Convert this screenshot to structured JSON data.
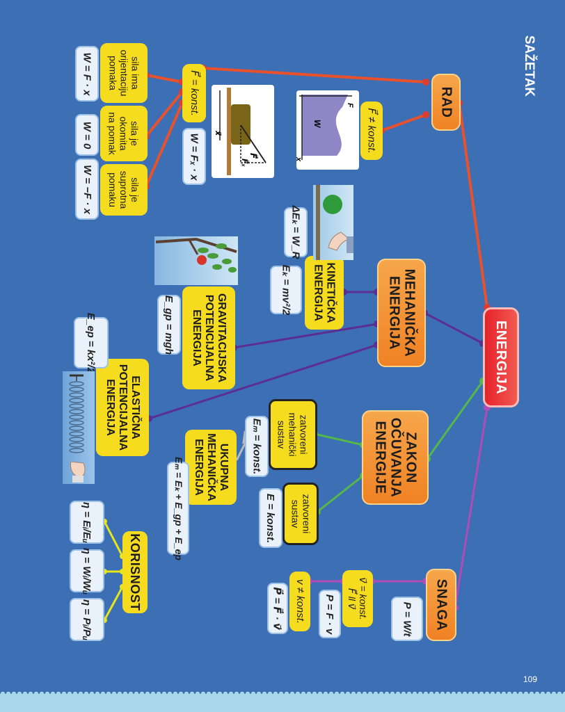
{
  "page": {
    "title": "SAŽETAK",
    "page_number": "109"
  },
  "nodes": {
    "rad": "RAD",
    "energija": "ENERGIJA",
    "snaga": "SNAGA",
    "mehanicka": [
      "MEHANIČKA",
      "ENERGIJA"
    ],
    "zakon": [
      "ZAKON",
      "OČUVANJA",
      "ENERGIJE"
    ],
    "kineticka": [
      "KINETIČKA",
      "ENERGIJA"
    ],
    "gravitacijska": [
      "GRAVITACIJSKA",
      "POTENCIJALNA",
      "ENERGIJA"
    ],
    "elasticna": [
      "ELASTIČNA",
      "POTENCIJALNA",
      "ENERGIJA"
    ],
    "ukupna": [
      "UKUPNA",
      "MEHANIČKA",
      "ENERGIJA"
    ],
    "korisnost": "KORISNOST",
    "f_konst": "F⃗ = konst.",
    "f_nekonst": "F⃗ ≠ konst.",
    "sila_ima": [
      "sila ima",
      "orijentaciju",
      "pomaka"
    ],
    "sila_okomita": [
      "sila je",
      "okomita",
      "na pomak"
    ],
    "sila_suprotna": [
      "sila je",
      "suprotna",
      "pomaku"
    ],
    "zatvoreni1": [
      "zatvoreni",
      "mehanički",
      "sustav"
    ],
    "zatvoreni2": [
      "zatvoreni",
      "sustav"
    ],
    "v_konst": [
      "v⃗ = konst.",
      "F⃗ ll v⃗"
    ],
    "v_nekonst": "v ≠ konst."
  },
  "formulas": {
    "w_fx": "W = F · x",
    "w_0": "W = 0",
    "w_neg": "W = −F · x",
    "w_fxx": "W = Fₓ · x",
    "dek": "ΔEₖ = W_R",
    "ek": "Eₖ = mv²/2",
    "egp": "E_gp = mgh",
    "eep": "E_ep = kx²/2",
    "em_konst": "Eₘ = konst.",
    "em_sum": "Eₘ = Eₖ + E_gp + E_ep",
    "e_konst": "E = konst.",
    "eta1": "η = Eᵢ/Eᵤ",
    "eta2": "η = Wᵢ/Wᵤ",
    "eta3": "η = Pᵢ/Pᵤ",
    "p_wt": "P = W/t",
    "p_fv": "P = F · v",
    "p_fv_vec": "P⃗ = F⃗ · v⃗"
  },
  "figures": {
    "fig1_labels": [
      "F⃗",
      "F⃗ₓ",
      "x⃗"
    ],
    "fig2_labels": [
      "F",
      "W",
      "x"
    ]
  },
  "colors": {
    "background": "#3d6fb5",
    "rad_line": "#e8512c",
    "meh_line": "#5b2e91",
    "zakon_line": "#55b848",
    "snaga_line": "#b04cb8",
    "korisnost_line": "#e6e61a"
  }
}
